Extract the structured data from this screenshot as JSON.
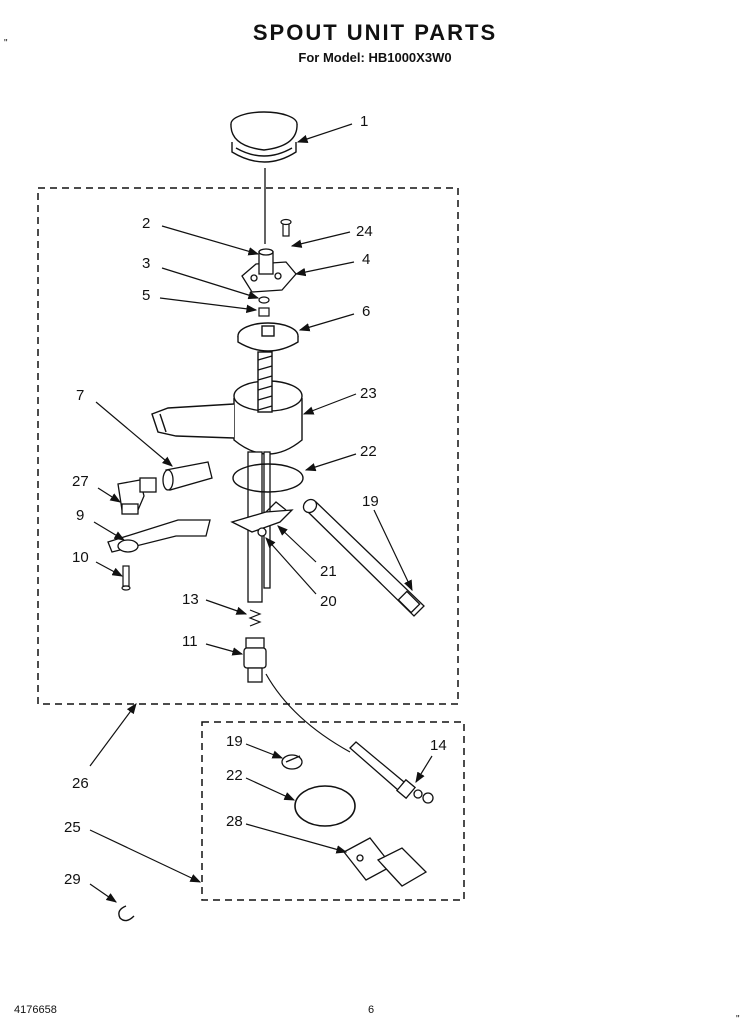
{
  "header": {
    "title": "SPOUT UNIT PARTS",
    "subtitle": "For Model: HB1000X3W0"
  },
  "footer": {
    "doc_number": "4176658",
    "page_number": "6"
  },
  "marks": {
    "top_left": "\"",
    "bottom_right": "\""
  },
  "callouts": {
    "c1": "1",
    "c2": "2",
    "c3": "3",
    "c4": "4",
    "c5": "5",
    "c6": "6",
    "c7": "7",
    "c9": "9",
    "c10": "10",
    "c11": "11",
    "c13": "13",
    "c14": "14",
    "c19a": "19",
    "c19b": "19",
    "c20": "20",
    "c21": "21",
    "c22a": "22",
    "c22b": "22",
    "c23": "23",
    "c24": "24",
    "c25": "25",
    "c26": "26",
    "c27": "27",
    "c28": "28",
    "c29": "29"
  }
}
